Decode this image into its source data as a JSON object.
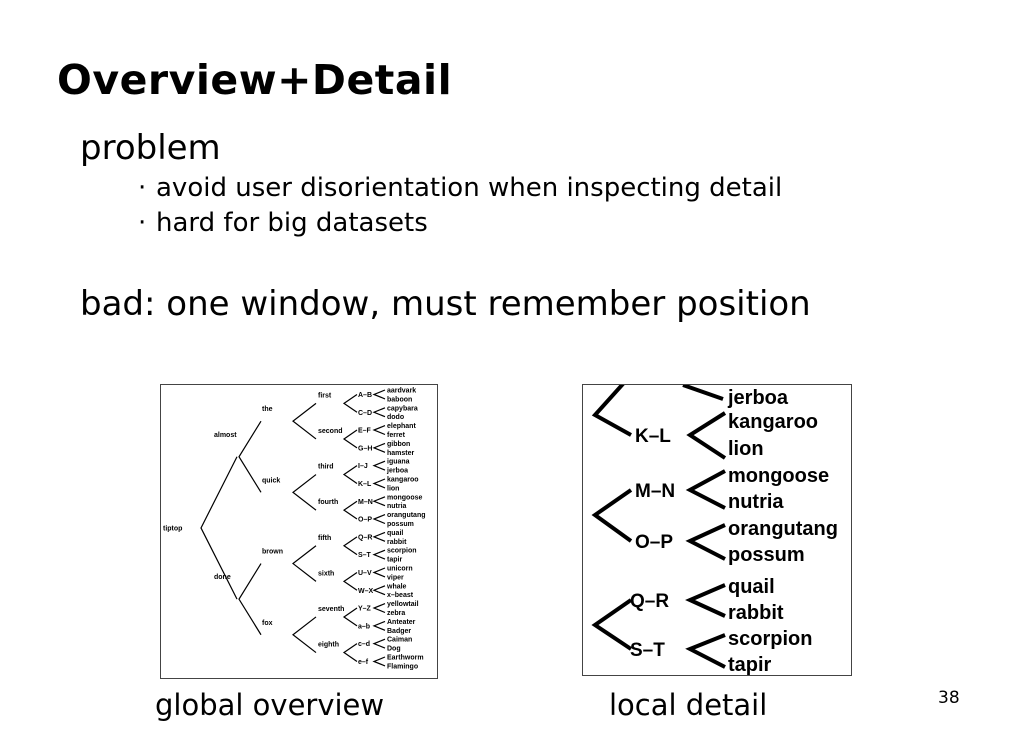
{
  "slide": {
    "title": "Overview+Detail",
    "problem_heading": "problem",
    "bullets": [
      "avoid user disorientation when inspecting detail",
      "hard for big datasets"
    ],
    "bad_line": "bad: one window, must remember position",
    "captions": {
      "overview": "global overview",
      "detail": "local detail"
    },
    "page_number": "38",
    "bullet_glyph": "·"
  },
  "overview_tree": {
    "root": "tiptop",
    "level1": [
      "almost",
      "done"
    ],
    "level2": [
      "the",
      "quick",
      "brown",
      "fox"
    ],
    "level3": [
      "first",
      "second",
      "third",
      "fourth",
      "fifth",
      "sixth",
      "seventh",
      "eighth"
    ],
    "pairs": [
      "A–B",
      "C–D",
      "E–F",
      "G–H",
      "I–J",
      "K–L",
      "M–N",
      "O–P",
      "Q–R",
      "S–T",
      "U–V",
      "W–X",
      "Y–Z",
      "a–b",
      "c–d",
      "e–f"
    ],
    "leaves": [
      "aardvark",
      "baboon",
      "capybara",
      "dodo",
      "elephant",
      "ferret",
      "gibbon",
      "hamster",
      "iguana",
      "jerboa",
      "kangaroo",
      "lion",
      "mongoose",
      "nutria",
      "orangutang",
      "possum",
      "quail",
      "rabbit",
      "scorpion",
      "tapir",
      "unicorn",
      "viper",
      "whale",
      "x–beast",
      "yellowtail",
      "zebra",
      "Anteater",
      "Badger",
      "Caiman",
      "Dog",
      "Earthworm",
      "Flamingo"
    ]
  },
  "detail_view": {
    "pairs": [
      "K–L",
      "M–N",
      "O–P",
      "Q–R",
      "S–T"
    ],
    "leaves": [
      "jerboa",
      "kangaroo",
      "lion",
      "mongoose",
      "nutria",
      "orangutang",
      "possum",
      "quail",
      "rabbit",
      "scorpion",
      "tapir"
    ]
  }
}
